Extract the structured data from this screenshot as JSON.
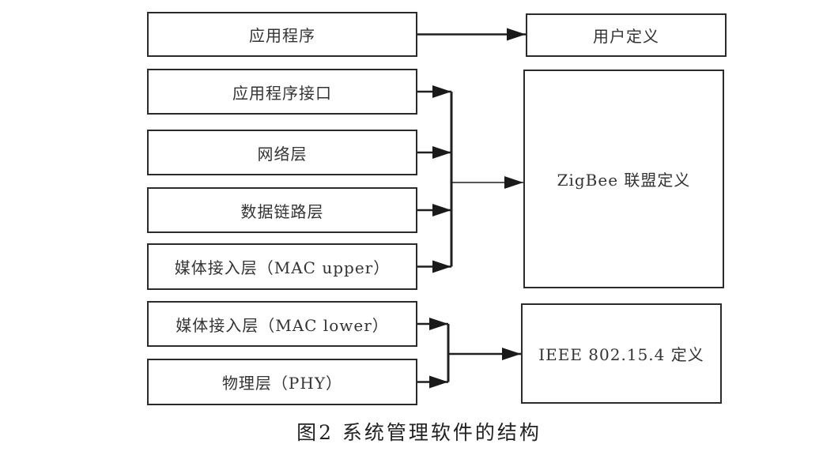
{
  "diagram": {
    "left_layers": [
      {
        "id": "app",
        "label": "应用程序"
      },
      {
        "id": "api",
        "label": "应用程序接口"
      },
      {
        "id": "network",
        "label": "网络层"
      },
      {
        "id": "datalink",
        "label": "数据链路层"
      },
      {
        "id": "mac_upper",
        "label": "媒体接入层（MAC upper）"
      },
      {
        "id": "mac_lower",
        "label": "媒体接入层（MAC lower）"
      },
      {
        "id": "phy",
        "label": "物理层（PHY）"
      }
    ],
    "definers": [
      {
        "id": "user",
        "label": "用户定义"
      },
      {
        "id": "zigbee",
        "label": "ZigBee 联盟定义"
      },
      {
        "id": "ieee",
        "label": "IEEE 802.15.4 定义"
      }
    ],
    "connections": [
      {
        "from": [
          "app"
        ],
        "to": "user"
      },
      {
        "from": [
          "api",
          "network",
          "datalink",
          "mac_upper"
        ],
        "to": "zigbee"
      },
      {
        "from": [
          "mac_lower",
          "phy"
        ],
        "to": "ieee"
      }
    ]
  },
  "caption": "图2  系统管理软件的结构"
}
